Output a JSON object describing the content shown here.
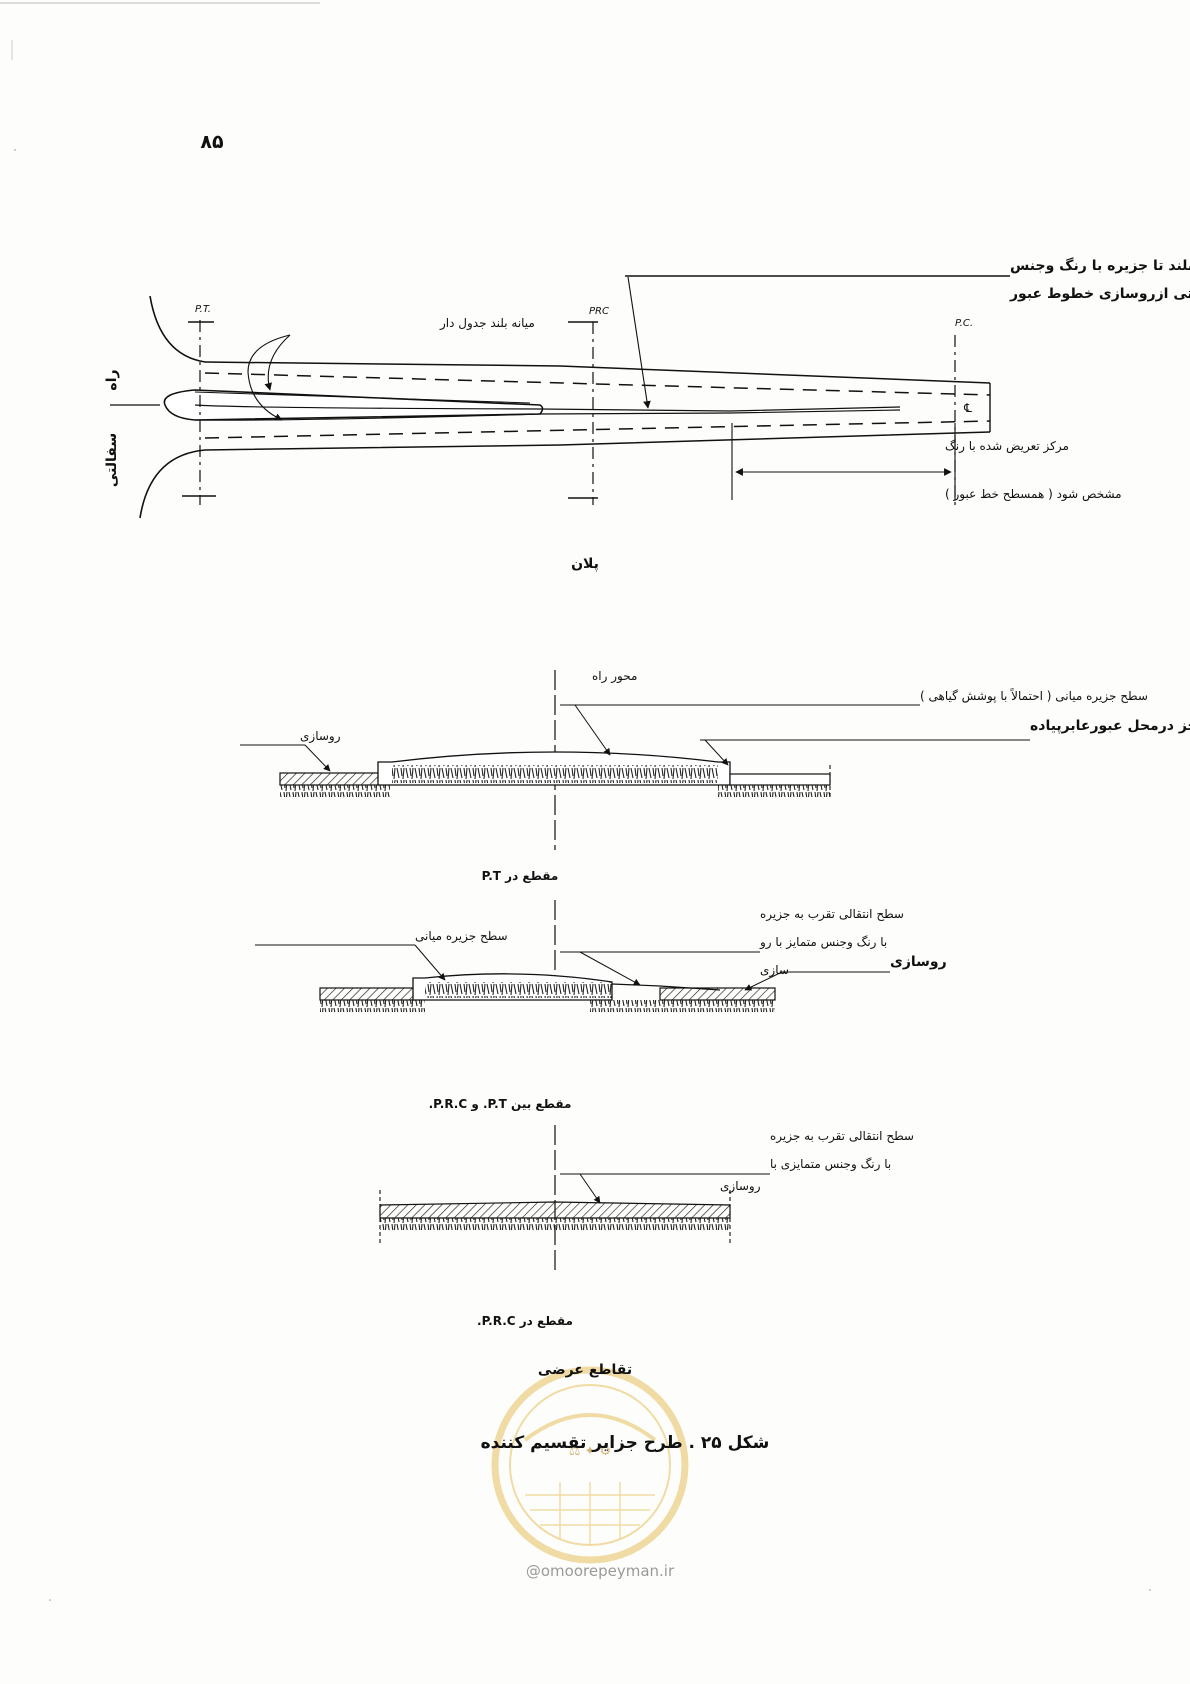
{
  "page_number": "۸۵",
  "plan": {
    "title_line1": "سطح انتقال تدریجی بلند تا جزیره با رنگ وجنس",
    "title_line2": "متفاوتی ازروسازی خطوط عبور",
    "median_label": "میانه بلند جدول دار",
    "tag_pt": "P.T.",
    "tag_prc": "PRC",
    "tag_pc": "P.C.",
    "left_label_top": "راه",
    "left_label_bottom": "سفالتی",
    "dim_label_1": "مرکز تعریض شده با رنگ",
    "dim_label_2": "مشخص شود ( همسطح خط عبور )",
    "caption": "پلان"
  },
  "section1": {
    "axis_label": "محور راه",
    "median_label_1": "سطح جزیره میانی ( احتمالاً با پوشش گیاهی )",
    "curb_label": "جدول مورب بجز  درمحل عبورعابرپیاده",
    "pavement_label": "روسازی",
    "title": "مقطع در P.T"
  },
  "section2": {
    "median_label": "سطح جزیره میانی",
    "transition_line1": "سطح انتقالی تقرب به جزیره",
    "transition_line2": "با رنگ وجنس متمایز با رو",
    "transition_line3": "سازی",
    "pavement_label": "روسازی",
    "title": "مقطع بین P.T. و P.R.C."
  },
  "section3": {
    "transition_line1": "سطح انتقالی تقرب به جزیره",
    "transition_line2": "با رنگ وجنس متمایزی با",
    "transition_line3": "روسازی",
    "title": "مقطع در P.R.C."
  },
  "subtitle": "تقاطع عرضی",
  "figure_caption": "شکل ۲۵ . طرح جزایر تقسیم کننده",
  "watermark": {
    "url": "@omoorepeyman.ir",
    "seal_color": "#e8c66a"
  }
}
